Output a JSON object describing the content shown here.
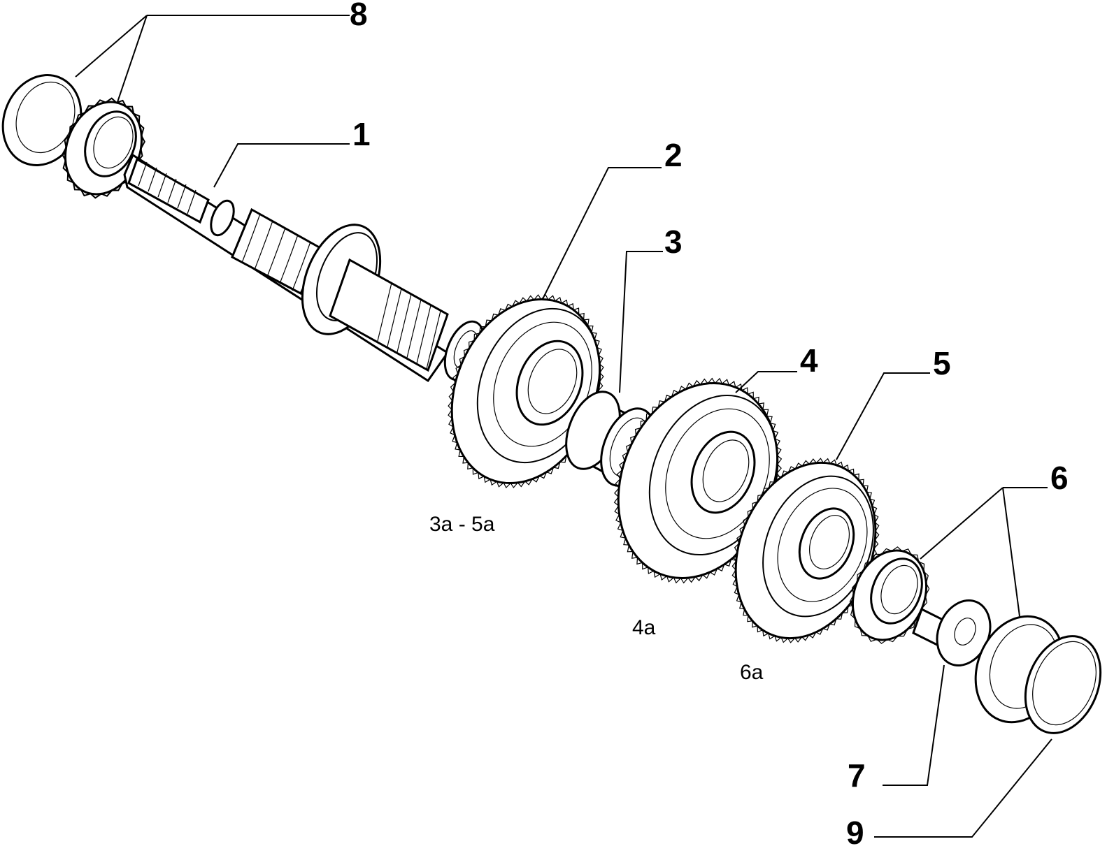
{
  "callouts": {
    "c1": "1",
    "c2": "2",
    "c3": "3",
    "c4": "4",
    "c5": "5",
    "c6": "6",
    "c7": "7",
    "c8": "8",
    "c9": "9"
  },
  "gear_labels": {
    "g35": "3a - 5a",
    "g4": "4a",
    "g6": "6a"
  }
}
